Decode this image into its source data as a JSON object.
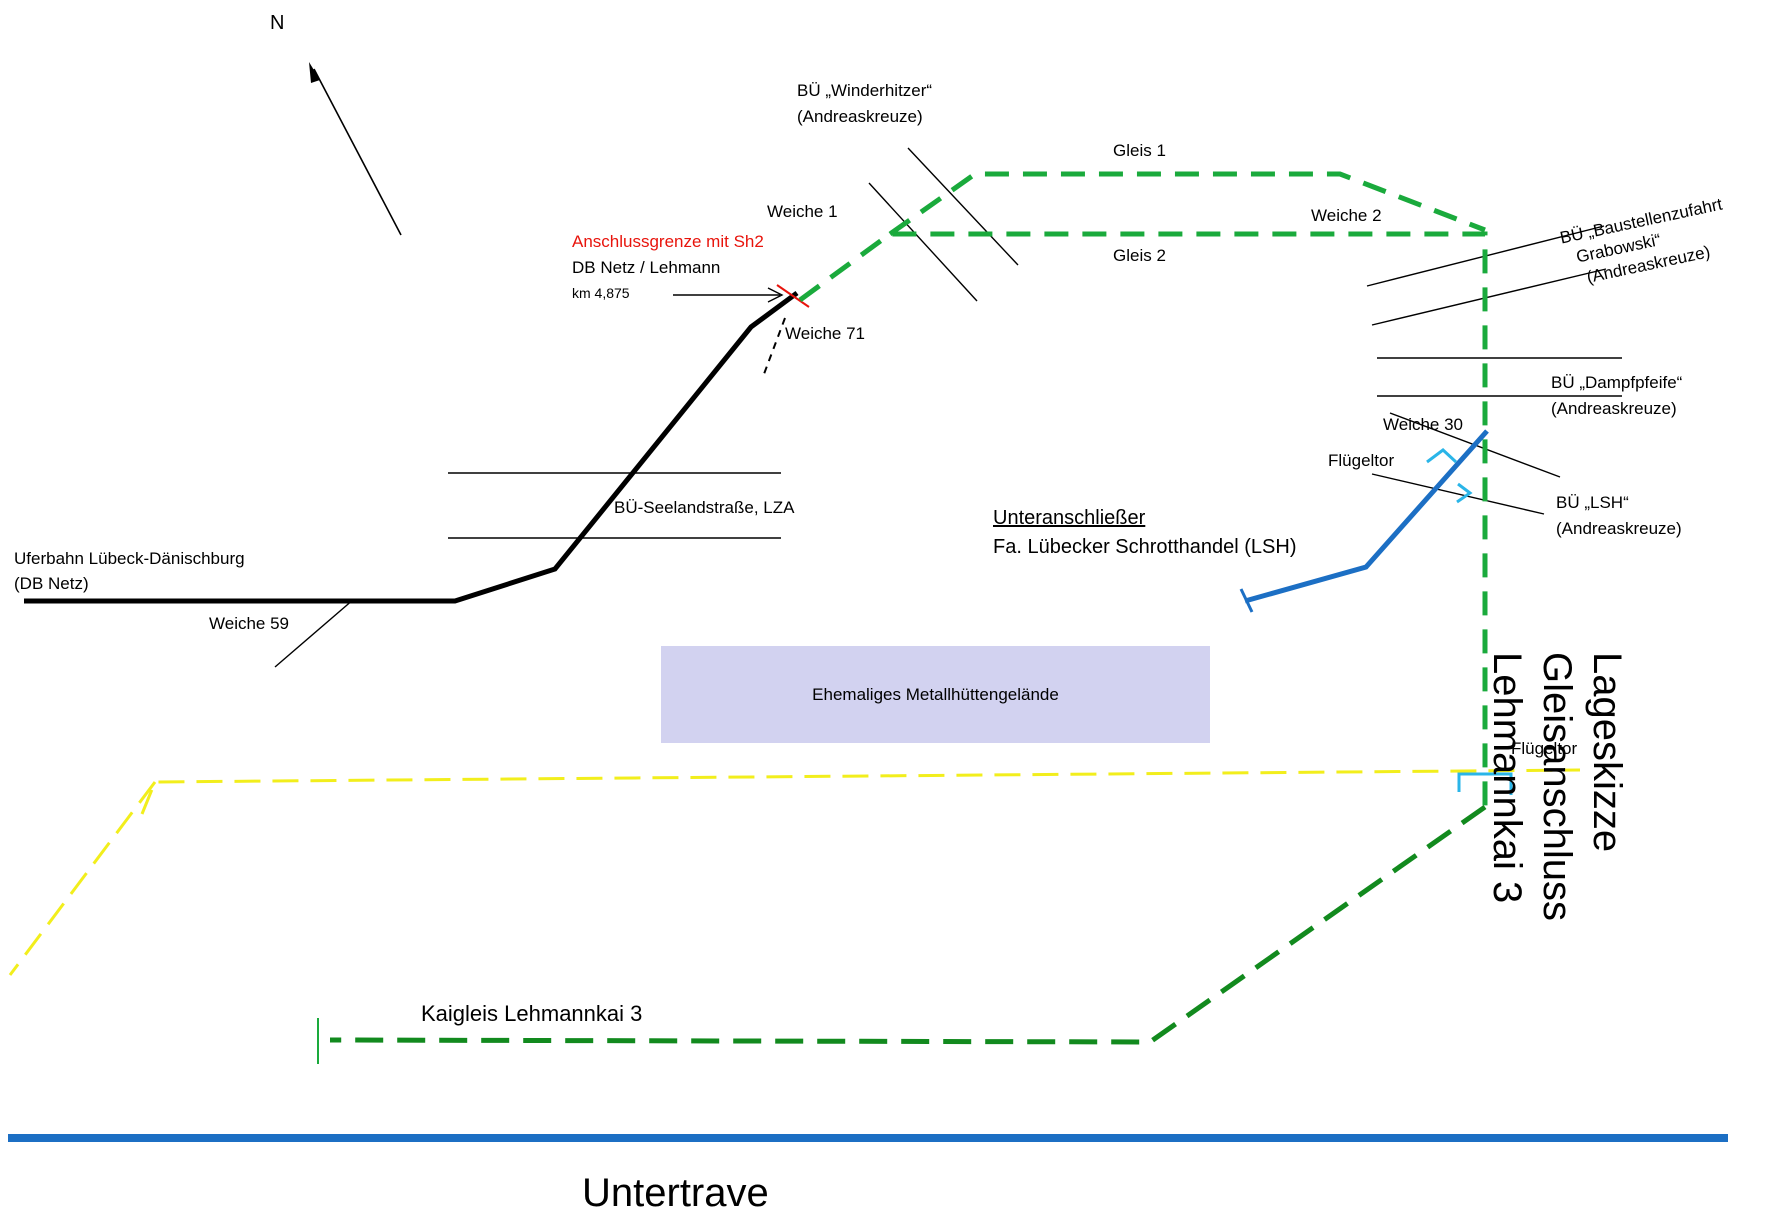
{
  "labels": {
    "north": "N",
    "bue_winderhitzer": "BÜ „Winderhitzer“",
    "andreaskreuze_1": "(Andreaskreuze)",
    "gleis1": "Gleis 1",
    "gleis2": "Gleis 2",
    "weiche1": "Weiche 1",
    "weiche2": "Weiche 2",
    "anschlussgrenze": "Anschlussgrenze mit Sh2",
    "db_netz_lehmann": "DB Netz / Lehmann",
    "km": "km 4,875",
    "weiche71": "Weiche 71",
    "bue_baustellen_1": "BÜ „Baustellenzufahrt",
    "bue_baustellen_2": "Grabowski“",
    "andreaskreuze_2": "(Andreaskreuze)",
    "bue_dampfpfeife": "BÜ „Dampfpfeife“",
    "andreaskreuze_3": "(Andreaskreuze)",
    "weiche30": "Weiche 30",
    "fluegeltor_1": "Flügeltor",
    "bue_lsh": "BÜ „LSH“",
    "andreaskreuze_4": "(Andreaskreuze)",
    "unteranschliesser": "Unteranschließer",
    "lsh_firm": "Fa. Lübecker Schrotthandel (LSH)",
    "bue_seelandstrasse": "BÜ-Seelandstraße, LZA",
    "uferbahn_1": "Uferbahn Lübeck-Dänischburg",
    "uferbahn_2": "(DB Netz)",
    "weiche59": "Weiche 59",
    "metallhuette": "Ehemaliges Metallhüttengelände",
    "fluegeltor_2": "Flügeltor",
    "kaigleis": "Kaigleis Lehmannkai 3",
    "untertrave": "Untertrave",
    "side_title": "Lageskizze Gleisanschluss Lehmannkai 3"
  },
  "colors": {
    "db_track": "#000000",
    "lehmann_track": "#1aaa3c",
    "lehmann_track_dark": "#128a1e",
    "lsh_track": "#1c6fc4",
    "gate": "#2ab5e8",
    "boundary_marker": "#e8140c",
    "fence": "#f2ee1c",
    "river": "#1c6fc4",
    "area_fill": "#d2d2f0"
  }
}
